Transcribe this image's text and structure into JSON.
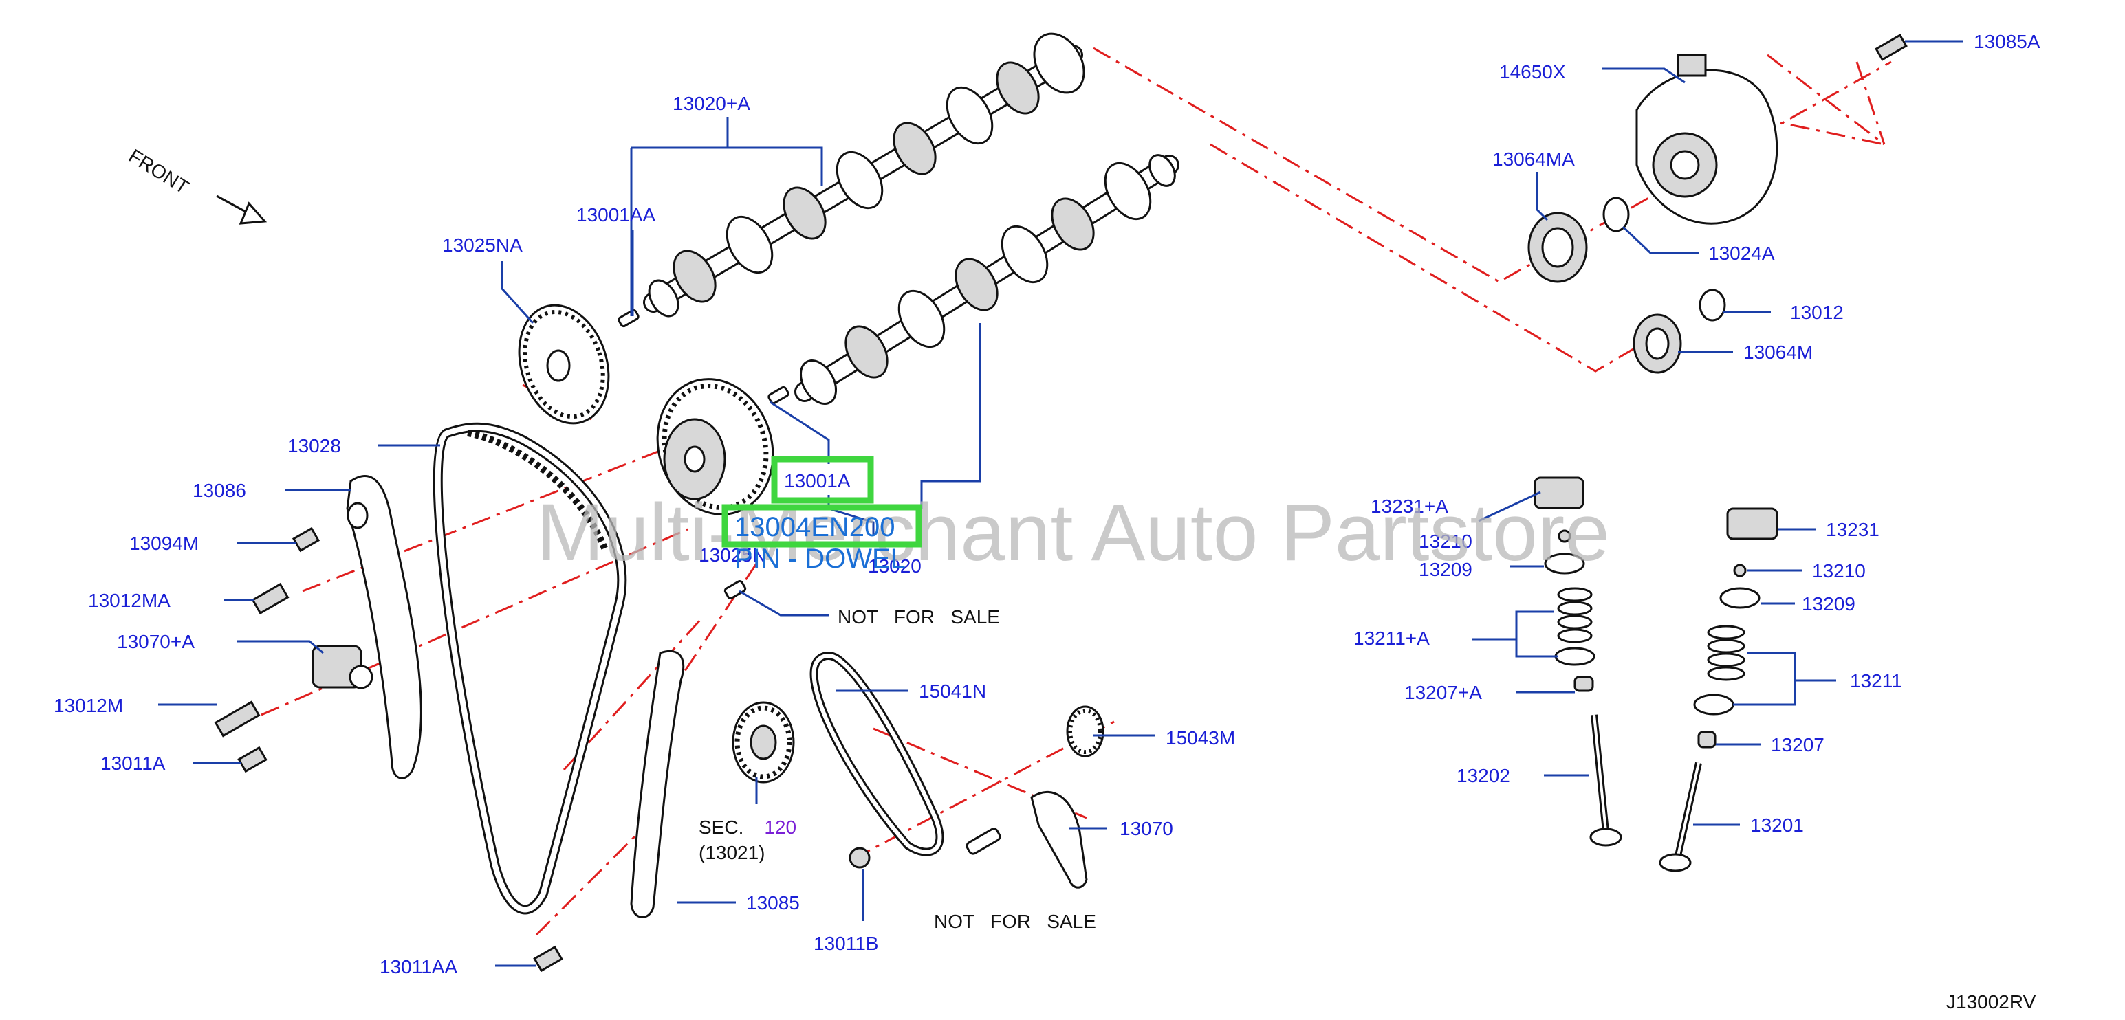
{
  "diagram": {
    "front_label": "FRONT",
    "code": "J13002RV",
    "watermark": "Multi-Merchant Auto Partstore",
    "highlight": {
      "part": "13001A",
      "number": "13004EN200",
      "description": "PIN - DOWEL"
    },
    "not_for_sale": "NOT   FOR   SALE",
    "sec": {
      "label": "SEC.",
      "number": "120",
      "sub": "(13021)"
    },
    "parts": {
      "p13020A": "13020+A",
      "p13001AA": "13001AA",
      "p13025NA": "13025NA",
      "p13028": "13028",
      "p13086": "13086",
      "p13094M": "13094M",
      "p13012MA": "13012MA",
      "p13070A": "13070+A",
      "p13012M": "13012M",
      "p13011A": "13011A",
      "p13011AA": "13011AA",
      "p13025N": "13025N",
      "p13020": "13020",
      "p13001A": "13001A",
      "p15041N": "15041N",
      "p15043M": "15043M",
      "p13070": "13070",
      "p13085": "13085",
      "p13011B": "13011B",
      "p14650X": "14650X",
      "p13085A": "13085A",
      "p13064MA": "13064MA",
      "p13024A": "13024A",
      "p13012": "13012",
      "p13064M": "13064M",
      "p13231A": "13231+A",
      "p13210L": "13210",
      "p13209L": "13209",
      "p13211A": "13211+A",
      "p13207A": "13207+A",
      "p13202": "13202",
      "p13231": "13231",
      "p13210R": "13210",
      "p13209R": "13209",
      "p13211": "13211",
      "p13207": "13207",
      "p13201": "13201"
    }
  }
}
